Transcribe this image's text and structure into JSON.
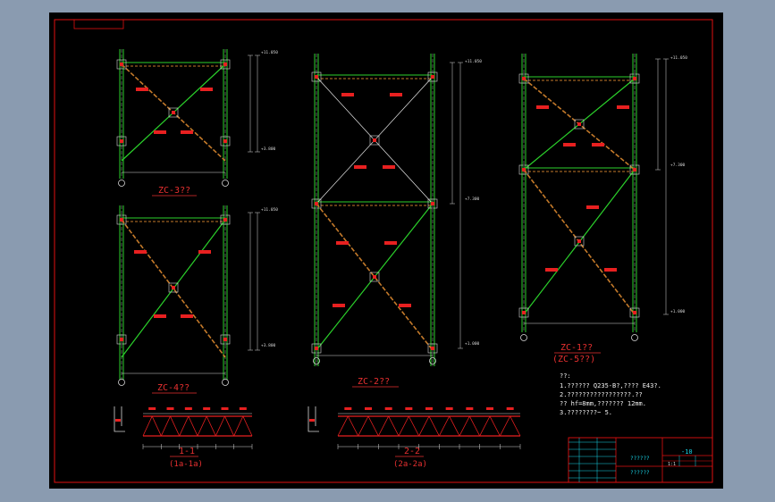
{
  "colors": {
    "frame_bg": "#7f93ab",
    "paper": "#000000",
    "border": "#e01010",
    "column_green": "#2bd12b",
    "brace_white": "#e8e8e8",
    "dim_white": "#d8d8d8",
    "tag_red": "#e82020",
    "title_red": "#e83030",
    "note_white": "#f0f0f0",
    "tb_cyan": "#19d5e8",
    "brace_brown": "#c47a2a"
  },
  "drawing_titles": {
    "zc3": "ZC-3??",
    "zc4": "ZC-4??",
    "zc2": "ZC-2??",
    "zc1": "ZC-1??",
    "zc5": "(ZC-5??)",
    "sec1": "1-1",
    "sec1_sub": "(1a-1a)",
    "sec2": "2-2",
    "sec2_sub": "(2a-2a)"
  },
  "elevations": {
    "top": "+11.050",
    "mid": "+7.300",
    "low": "+3.800",
    "base": "+1.000"
  },
  "notes": {
    "heading": "??:",
    "line1": "1.?????? Q235-B?,???? E43?.",
    "line2": "2.?????????????????.??",
    "line3": "  ?? hf=8mm,??????? 12mm.",
    "line4": "3.????????~ 5."
  },
  "title_block": {
    "drawing_no": "-10",
    "name": "??????",
    "company": "??????",
    "scale": "1:1"
  }
}
